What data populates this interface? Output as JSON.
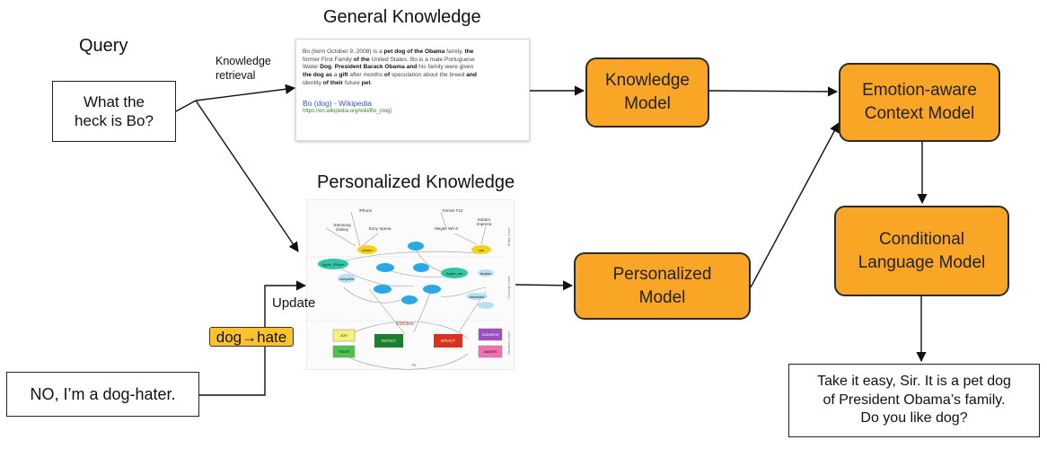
{
  "labels": {
    "general_knowledge": "General Knowledge",
    "personalized_knowledge": "Personalized Knowledge",
    "query": "Query",
    "knowledge_retrieval_1": "Knowledge",
    "knowledge_retrieval_2": "retrieval",
    "update": "Update"
  },
  "boxes": {
    "query_text_1": "What the",
    "query_text_2": "heck is Bo?",
    "user_reply": "NO, I’m a dog-hater.",
    "output_line_1": "Take it easy, Sir. It is a pet dog",
    "output_line_2": "of President Obama’s family.",
    "output_line_3": "Do you like dog?"
  },
  "tag": {
    "text": "dog→hate"
  },
  "models": {
    "knowledge_1": "Knowledge",
    "knowledge_2": "Model",
    "emotion_1": "Emotion-aware",
    "emotion_2": "Context Model",
    "personalized_1": "Personalized",
    "personalized_2": "Model",
    "conditional_1": "Conditional",
    "conditional_2": "Language Model"
  },
  "wiki": {
    "line1": "Bo (born October 9, 2008) is a pet dog of the Obama family, the",
    "line2": "former First Family of the United States. Bo is a male Portuguese",
    "line3": "Water Dog. President Barack Obama and his family were given",
    "line4": "the dog as a gift after months of speculation about the breed and",
    "line5": "identity of their future pet.",
    "link": "Bo (dog) - Wikipedia",
    "url": "https://en.wikipedia.org/wiki/Bo_(dog)"
  },
  "graph": {
    "top_labels": [
      "iPhone",
      "Samsung Galaxy",
      "Sony Xperia",
      "Ferrari F12",
      "Maybe WA 6",
      "Subaru Impreza"
    ],
    "nodes": [
      "phone",
      "car",
      "apple_iPhone",
      "apple_car",
      "complete",
      "sumbled",
      "curious",
      "broken",
      "bottom"
    ],
    "center_label": "EMOtion",
    "bottom_label": "Ptt",
    "left_small": [
      "JOY",
      "TRUST"
    ],
    "intact": [
      "INTACT",
      "INTACT"
    ],
    "right_small": [
      "SADNESS",
      "ANGER"
    ],
    "side_labels": [
      "Entity Level",
      "Concept Level",
      "Emotion Level"
    ]
  },
  "colors": {
    "model_fill": "#f9a626",
    "tag_fill": "#f9c22e",
    "graph_node": "#2aa8e6",
    "graph_node_yellow": "#f3d21a",
    "intact_green": "#1e7e2e",
    "intact_red": "#d8331e"
  }
}
